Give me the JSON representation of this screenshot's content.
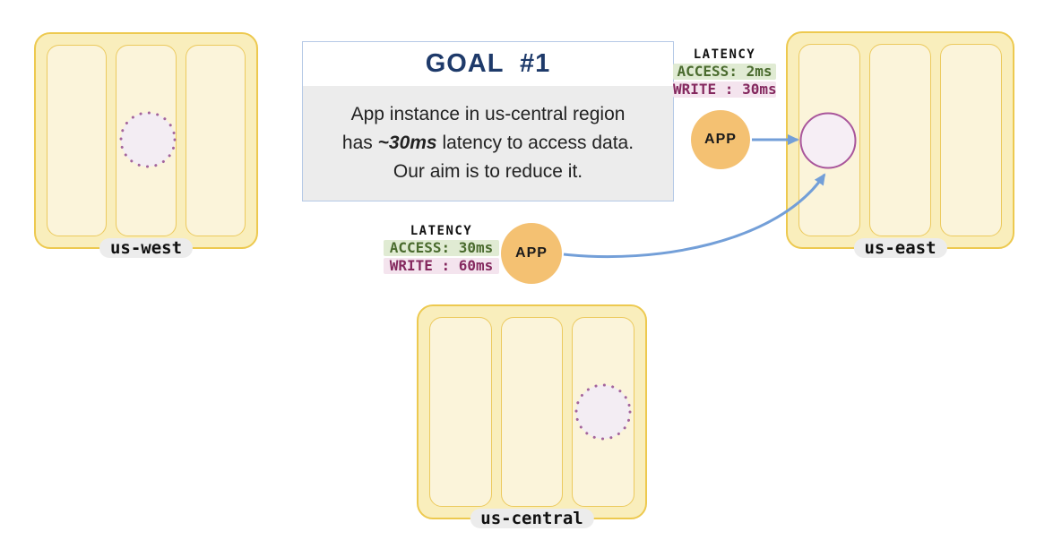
{
  "goal": {
    "title": "GOAL  #1",
    "body_line1": "App instance in us-central region",
    "body_line2_pre": "has ",
    "body_line2_em": "~30ms",
    "body_line2_post": " latency to access data.",
    "body_line3": "Our aim is to reduce it."
  },
  "regions": {
    "us_west": {
      "label": "us-west"
    },
    "us_east": {
      "label": "us-east"
    },
    "us_central": {
      "label": "us-central"
    }
  },
  "latency_east": {
    "title": "LATENCY",
    "access": "ACCESS: 2ms",
    "write": "WRITE : 30ms"
  },
  "latency_central": {
    "title": "LATENCY",
    "access": "ACCESS: 30ms",
    "write": "WRITE : 60ms"
  },
  "app_east": {
    "label": "APP"
  },
  "app_central": {
    "label": "APP"
  },
  "colors": {
    "region_fill": "#f9eebc",
    "region_border": "#edc94f",
    "zone_fill": "#fbf4da",
    "zone_border": "#ecca5e",
    "region_label_bg": "#ececec",
    "app_fill": "#f4c172",
    "arrow_blue": "#739fd8",
    "data_circle_stroke": "#a9569b",
    "data_circle_fill": "#f6eef5",
    "access_chip_bg": "#e0ebd3",
    "access_chip_text": "#4a6b2e",
    "write_chip_bg": "#f4e4ee",
    "write_chip_text": "#84285e",
    "goal_title_text": "#1e3a6a",
    "goal_border": "#b5c9e6",
    "goal_body_bg": "#ececec"
  }
}
